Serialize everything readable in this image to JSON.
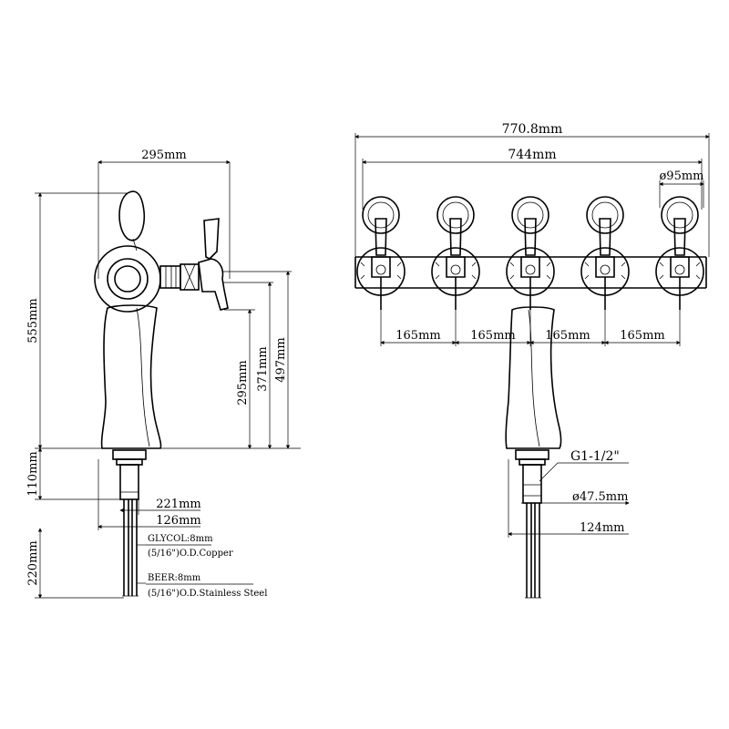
{
  "side_view": {
    "dims": {
      "width_total": "295mm",
      "height_total": "555mm",
      "height_497": "497mm",
      "height_371": "371mm",
      "height_295": "295mm",
      "base_110": "110mm",
      "shank_220": "220mm",
      "dim_221": "221mm",
      "dim_126": "126mm"
    },
    "notes": {
      "glycol_line1": "GLYCOL:8mm",
      "glycol_line2": "(5/16\")O.D.Copper",
      "beer_line1": "BEER:8mm",
      "beer_line2": "(5/16\")O.D.Stainless Steel"
    }
  },
  "front_view": {
    "dims": {
      "overall": "770.8mm",
      "span": "744mm",
      "diameter_ball": "ø95mm",
      "spacing_1": "165mm",
      "spacing_2": "165mm",
      "spacing_3": "165mm",
      "spacing_4": "165mm",
      "thread": "G1-1/2\"",
      "diameter_shank": "ø47.5mm",
      "base_width": "124mm"
    }
  }
}
